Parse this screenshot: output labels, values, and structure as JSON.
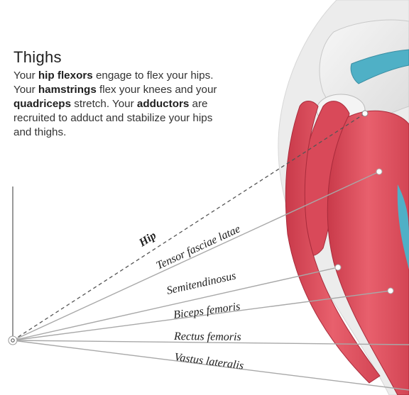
{
  "caption": {
    "title": "Thighs",
    "parts": [
      {
        "text": "Your ",
        "bold": false
      },
      {
        "text": "hip flexors",
        "bold": true
      },
      {
        "text": " engage to flex your hips. Your ",
        "bold": false
      },
      {
        "text": "hamstrings",
        "bold": true
      },
      {
        "text": " flex your knees and your ",
        "bold": false
      },
      {
        "text": "quadriceps",
        "bold": true
      },
      {
        "text": " stretch. Your ",
        "bold": false
      },
      {
        "text": "adductors",
        "bold": true
      },
      {
        "text": " are recruited to adduct and stabilize your hips and thighs.",
        "bold": false
      }
    ]
  },
  "labels": {
    "hip": "Hip",
    "tensor": "Tensor fasciae latae",
    "semitendinosus": "Semitendinosus",
    "biceps": "Biceps femoris",
    "rectus": "Rectus femoris",
    "vastus": "Vastus lateralis"
  },
  "colors": {
    "muscle": "#e0505e",
    "muscle_dark": "#b8303f",
    "bone": "#f1f1f1",
    "accent": "#4fb0c6",
    "leader": "#a8a8a8",
    "dashed": "#555555"
  }
}
